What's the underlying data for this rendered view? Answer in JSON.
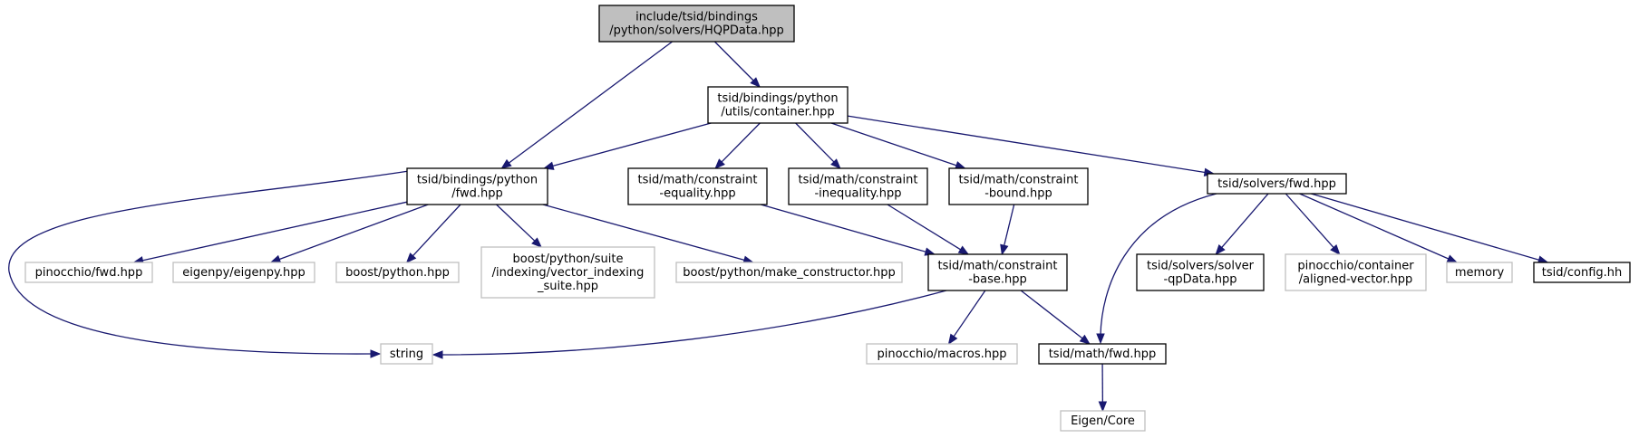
{
  "colors": {
    "edge": "#191970",
    "root_fill": "#bfbfbf",
    "documented_border": "#000000",
    "external_border": "#bfbfbf"
  },
  "nodes": [
    {
      "id": "root",
      "kind": "root",
      "lines": [
        "include/tsid/bindings",
        "/python/solvers/HQPData.hpp"
      ]
    },
    {
      "id": "container",
      "kind": "doc",
      "lines": [
        "tsid/bindings/python",
        "/utils/container.hpp"
      ]
    },
    {
      "id": "pyfwd",
      "kind": "doc",
      "lines": [
        "tsid/bindings/python",
        "/fwd.hpp"
      ]
    },
    {
      "id": "ceq",
      "kind": "doc",
      "lines": [
        "tsid/math/constraint",
        "-equality.hpp"
      ]
    },
    {
      "id": "cineq",
      "kind": "doc",
      "lines": [
        "tsid/math/constraint",
        "-inequality.hpp"
      ]
    },
    {
      "id": "cbound",
      "kind": "doc",
      "lines": [
        "tsid/math/constraint",
        "-bound.hpp"
      ]
    },
    {
      "id": "solversfwd",
      "kind": "doc",
      "lines": [
        "tsid/solvers/fwd.hpp"
      ]
    },
    {
      "id": "pinfwd",
      "kind": "ext",
      "lines": [
        "pinocchio/fwd.hpp"
      ]
    },
    {
      "id": "eigenpy",
      "kind": "ext",
      "lines": [
        "eigenpy/eigenpy.hpp"
      ]
    },
    {
      "id": "boostpy",
      "kind": "ext",
      "lines": [
        "boost/python.hpp"
      ]
    },
    {
      "id": "vecidx",
      "kind": "ext",
      "lines": [
        "boost/python/suite",
        "/indexing/vector_indexing",
        "_suite.hpp"
      ]
    },
    {
      "id": "makector",
      "kind": "ext",
      "lines": [
        "boost/python/make_constructor.hpp"
      ]
    },
    {
      "id": "cbase",
      "kind": "doc",
      "lines": [
        "tsid/math/constraint",
        "-base.hpp"
      ]
    },
    {
      "id": "qpdata",
      "kind": "doc",
      "lines": [
        "tsid/solvers/solver",
        "-qpData.hpp"
      ]
    },
    {
      "id": "alignedvec",
      "kind": "ext",
      "lines": [
        "pinocchio/container",
        "/aligned-vector.hpp"
      ]
    },
    {
      "id": "memory",
      "kind": "ext",
      "lines": [
        "memory"
      ]
    },
    {
      "id": "config",
      "kind": "doc",
      "lines": [
        "tsid/config.hh"
      ]
    },
    {
      "id": "string",
      "kind": "ext",
      "lines": [
        "string"
      ]
    },
    {
      "id": "macros",
      "kind": "ext",
      "lines": [
        "pinocchio/macros.hpp"
      ]
    },
    {
      "id": "mathfwd",
      "kind": "doc",
      "lines": [
        "tsid/math/fwd.hpp"
      ]
    },
    {
      "id": "eigencore",
      "kind": "ext",
      "lines": [
        "Eigen/Core"
      ]
    }
  ],
  "edges": [
    [
      "root",
      "container"
    ],
    [
      "root",
      "pyfwd"
    ],
    [
      "container",
      "pyfwd"
    ],
    [
      "container",
      "ceq"
    ],
    [
      "container",
      "cineq"
    ],
    [
      "container",
      "cbound"
    ],
    [
      "container",
      "solversfwd"
    ],
    [
      "pyfwd",
      "pinfwd"
    ],
    [
      "pyfwd",
      "eigenpy"
    ],
    [
      "pyfwd",
      "boostpy"
    ],
    [
      "pyfwd",
      "vecidx"
    ],
    [
      "pyfwd",
      "makector"
    ],
    [
      "pyfwd",
      "string"
    ],
    [
      "ceq",
      "cbase"
    ],
    [
      "cineq",
      "cbase"
    ],
    [
      "cbound",
      "cbase"
    ],
    [
      "cbase",
      "string"
    ],
    [
      "cbase",
      "macros"
    ],
    [
      "cbase",
      "mathfwd"
    ],
    [
      "solversfwd",
      "qpdata"
    ],
    [
      "solversfwd",
      "alignedvec"
    ],
    [
      "solversfwd",
      "memory"
    ],
    [
      "solversfwd",
      "config"
    ],
    [
      "solversfwd",
      "mathfwd"
    ],
    [
      "mathfwd",
      "eigencore"
    ]
  ]
}
